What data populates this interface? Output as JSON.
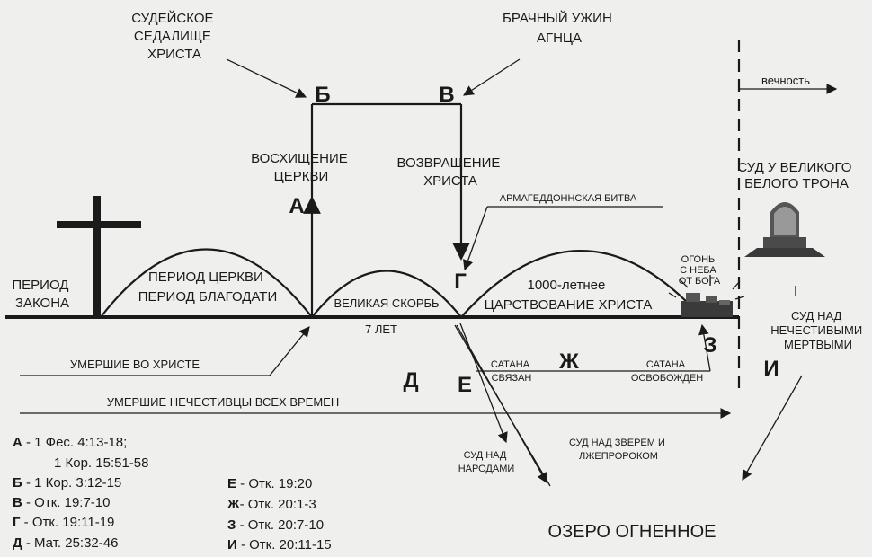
{
  "labels": {
    "judgment_seat": [
      "СУДЕЙСКОЕ",
      "СЕДАЛИЩЕ",
      "ХРИСТА"
    ],
    "marriage_supper": [
      "БРАЧНЫЙ  УЖИН",
      "АГНЦА"
    ],
    "eternity": "вечность",
    "rapture": [
      "ВОСХИЩЕНИЕ",
      "ЦЕРКВИ"
    ],
    "return": [
      "ВОЗВРАЩЕНИЕ",
      "ХРИСТА"
    ],
    "great_white_throne": [
      "СУД У ВЕЛИКОГО",
      "БЕЛОГО ТРОНА"
    ],
    "armageddon": "АРМАГЕДДОННСКАЯ БИТВА",
    "fire_from_god": [
      "ОГОНЬ",
      "С НЕБА",
      "ОТ БОГА"
    ],
    "law_period": [
      "ПЕРИОД",
      "ЗАКОНА"
    ],
    "church_period": [
      "ПЕРИОД  ЦЕРКВИ",
      "ПЕРИОД БЛАГОДАТИ"
    ],
    "tribulation": "ВЕЛИКАЯ СКОРБЬ",
    "seven_years": "7 ЛЕТ",
    "millennium": [
      "1000-летнее",
      "ЦАРСТВОВАНИЕ ХРИСТА"
    ],
    "dead_in_christ": "УМЕРШИЕ ВО ХРИСТЕ",
    "wicked_dead": "УМЕРШИЕ НЕЧЕСТИВЦЫ ВСЕХ ВРЕМЕН",
    "satan_bound": [
      "САТАНА",
      "СВЯЗАН"
    ],
    "satan_released": [
      "САТАНА",
      "ОСВОБОЖДЕН"
    ],
    "judgment_dead": [
      "СУД НАД",
      "НЕЧЕСТИВЫМИ",
      "МЕРТВЫМИ"
    ],
    "judgment_nations": [
      "СУД НАД",
      "НАРОДАМИ"
    ],
    "judgment_beast": [
      "СУД НАД ЗВЕРЕМ И",
      "ЛЖЕПРОРОКОМ"
    ],
    "lake_of_fire": "ОЗЕРО ОГНЕННОЕ"
  },
  "letters": {
    "A": "А",
    "B": "Б",
    "V": "В",
    "G": "Г",
    "D": "Д",
    "E": "Е",
    "ZH": "Ж",
    "Z": "З",
    "I": "И"
  },
  "legend": {
    "col1": [
      {
        "letter": "А",
        "ref": " - 1 Фес. 4:13-18;"
      },
      {
        "letter": "",
        "ref": "1 Кор. 15:51-58"
      },
      {
        "letter": "Б",
        "ref": " - 1 Кор. 3:12-15"
      },
      {
        "letter": "В",
        "ref": " - Отк. 19:7-10"
      },
      {
        "letter": "Г",
        "ref": " - Отк. 19:11-19"
      },
      {
        "letter": "Д",
        "ref": " - Мат. 25:32-46"
      }
    ],
    "col2": [
      {
        "letter": "Е",
        "ref": " - Отк. 19:20"
      },
      {
        "letter": "Ж",
        "ref": "- Отк. 20:1-3"
      },
      {
        "letter": "З",
        "ref": " - Отк. 20:7-10"
      },
      {
        "letter": "И",
        "ref": " - Отк. 20:11-15"
      }
    ]
  }
}
